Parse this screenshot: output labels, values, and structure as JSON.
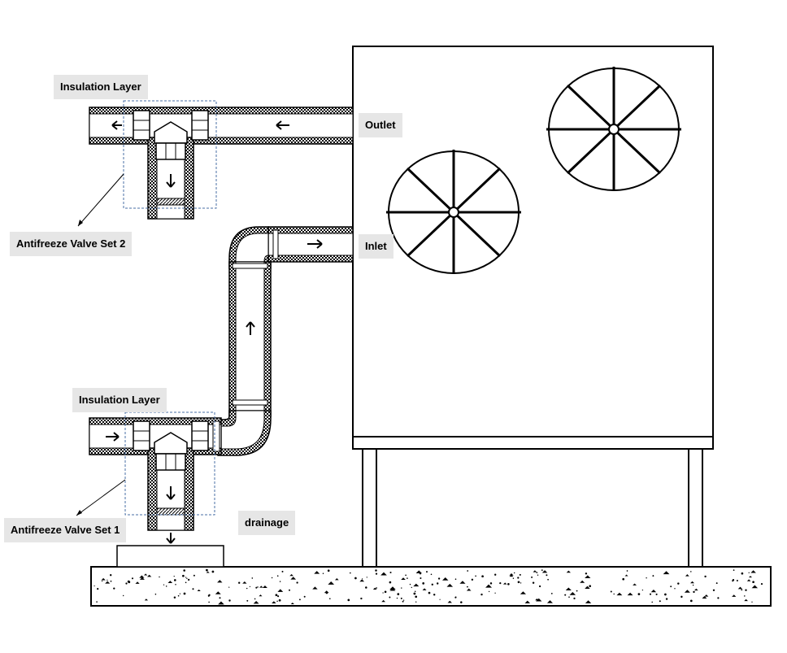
{
  "labels": {
    "insulation_top": "Insulation Layer",
    "insulation_bottom": "Insulation Layer",
    "valve_set_2": "Antifreeze Valve Set 2",
    "valve_set_1": "Antifreeze Valve Set 1",
    "outlet": "Outlet",
    "inlet": "Inlet",
    "drainage": "drainage"
  },
  "colors": {
    "line": "#000000",
    "label_bg": "#e6e6e6",
    "dashed_box": "#4a6fa5",
    "background": "#ffffff"
  },
  "fans": {
    "count": 2,
    "blades_each": 8
  }
}
